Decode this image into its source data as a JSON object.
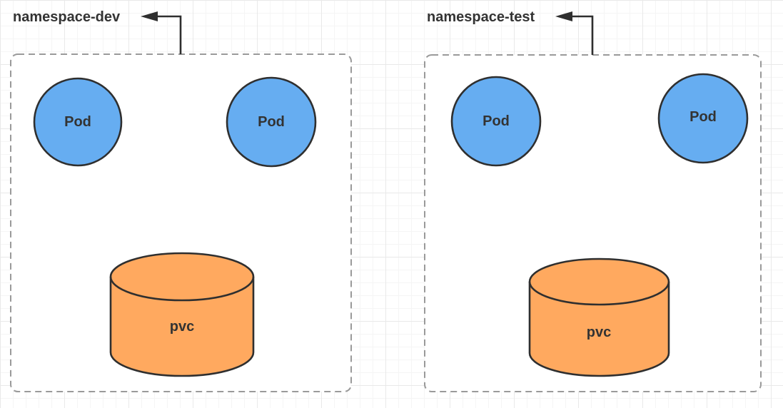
{
  "colors": {
    "pod_fill": "#66adf1",
    "pod_stroke": "#2f2f2f",
    "pvc_fill": "#ffa95f",
    "pvc_stroke": "#2f2f2f",
    "box_border": "#9a9a9a",
    "box_fill": "#ffffff",
    "arrow": "#2f2f2f",
    "label_text": "#333333"
  },
  "namespaces": [
    {
      "label": "namespace-dev",
      "pods": [
        {
          "label": "Pod"
        },
        {
          "label": "Pod"
        }
      ],
      "pvc": {
        "label": "pvc"
      }
    },
    {
      "label": "namespace-test",
      "pods": [
        {
          "label": "Pod"
        },
        {
          "label": "Pod"
        }
      ],
      "pvc": {
        "label": "pvc"
      }
    }
  ]
}
